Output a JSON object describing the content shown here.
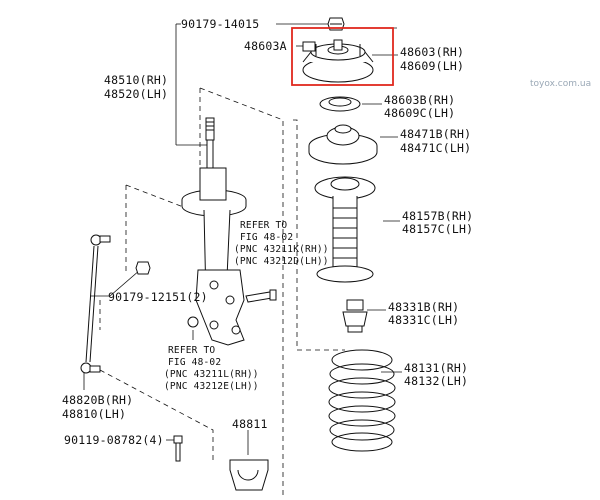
{
  "watermark": "toyox.com.ua",
  "highlight_color": "#e0281e",
  "labels": {
    "p90179_14015": "90179-14015",
    "p48603A": "48603A",
    "p48603": "48603(RH)",
    "p48609": "48609(LH)",
    "p48510": "48510(RH)",
    "p48520": "48520(LH)",
    "p48603B": "48603B(RH)",
    "p48609C": "48609C(LH)",
    "p48471B": "48471B(RH)",
    "p48471C": "48471C(LH)",
    "p48157B": "48157B(RH)",
    "p48157C": "48157C(LH)",
    "refer1_a": "REFER TO",
    "refer1_b": "FIG 48-02",
    "refer1_c": "(PNC 43211K(RH))",
    "refer1_d": "(PNC 43212D(LH))",
    "p90179_12151": "90179-12151(2)",
    "p48331B": "48331B(RH)",
    "p48331C": "48331C(LH)",
    "refer2_a": "REFER TO",
    "refer2_b": "FIG 48-02",
    "refer2_c": "(PNC 43211L(RH))",
    "refer2_d": "(PNC 43212E(LH))",
    "p48131": "48131(RH)",
    "p48132": "48132(LH)",
    "p48820B": "48820B(RH)",
    "p48810": "48810(LH)",
    "p48811": "48811",
    "p90119_08782": "90119-08782(4)"
  }
}
